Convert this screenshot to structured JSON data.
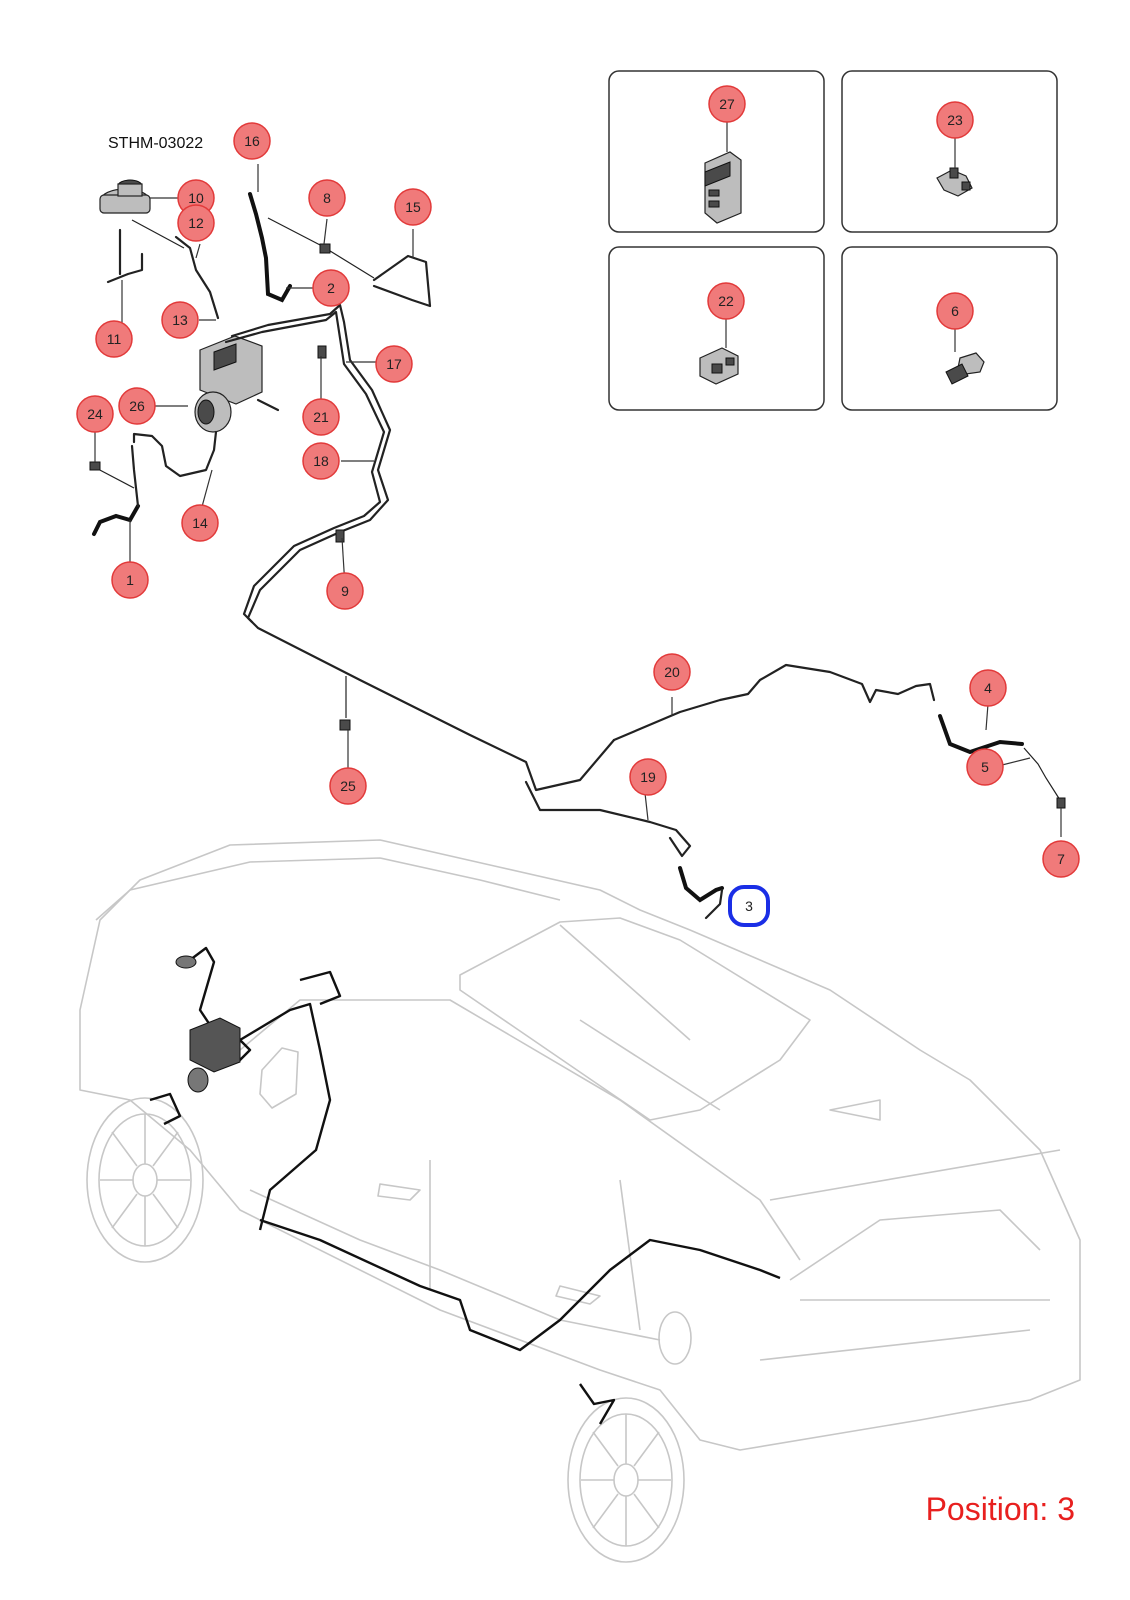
{
  "doc_code": "STHM-03022",
  "position_label": "Position: 3",
  "selected_callout": "3",
  "callouts": [
    "1",
    "2",
    "3",
    "4",
    "5",
    "6",
    "7",
    "8",
    "9",
    "10",
    "11",
    "12",
    "13",
    "14",
    "15",
    "16",
    "17",
    "18",
    "19",
    "20",
    "21",
    "22",
    "23",
    "24",
    "25",
    "26",
    "27"
  ],
  "colors": {
    "callout_fill": "#f07a7a",
    "callout_stroke": "#e23a3a",
    "selected_stroke": "#1a2ee6",
    "position_label": "#e8201f",
    "car_outline": "#c7c7c7"
  }
}
